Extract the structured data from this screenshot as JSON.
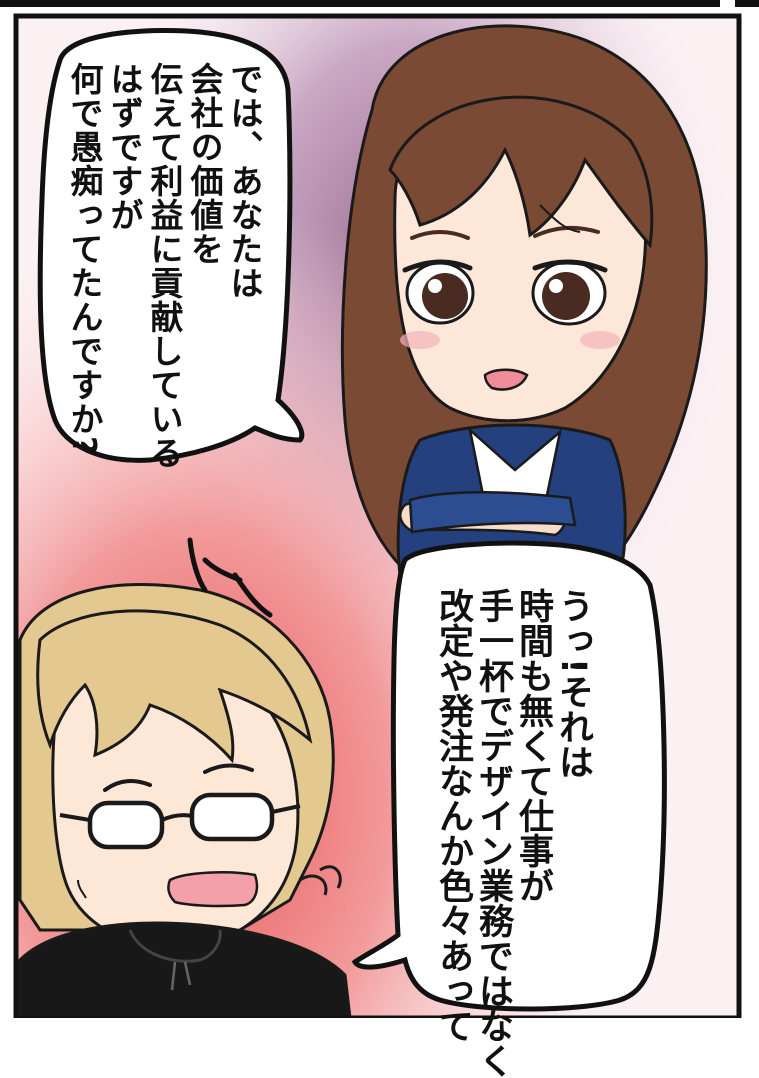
{
  "dialogue": {
    "woman_lines": [
      "では、あなたは",
      "会社の価値を",
      "伝えて利益に貢献している",
      "はずですが",
      "何で愚痴ってたんですか?"
    ],
    "man_lines": [
      "うっ!それは",
      "時間も無くて仕事が",
      "手一杯でデザイン業務ではなく",
      "改定や発注なんか色々あって"
    ]
  },
  "colors": {
    "panel_border": "#111111",
    "background_warm": "#e8575a",
    "background_cool": "#9b6b90",
    "woman_hair": "#7b4a35",
    "woman_suit": "#24407f",
    "man_hair": "#e3c98f",
    "man_skin": "#fde7d6",
    "man_shirt": "#181818"
  }
}
